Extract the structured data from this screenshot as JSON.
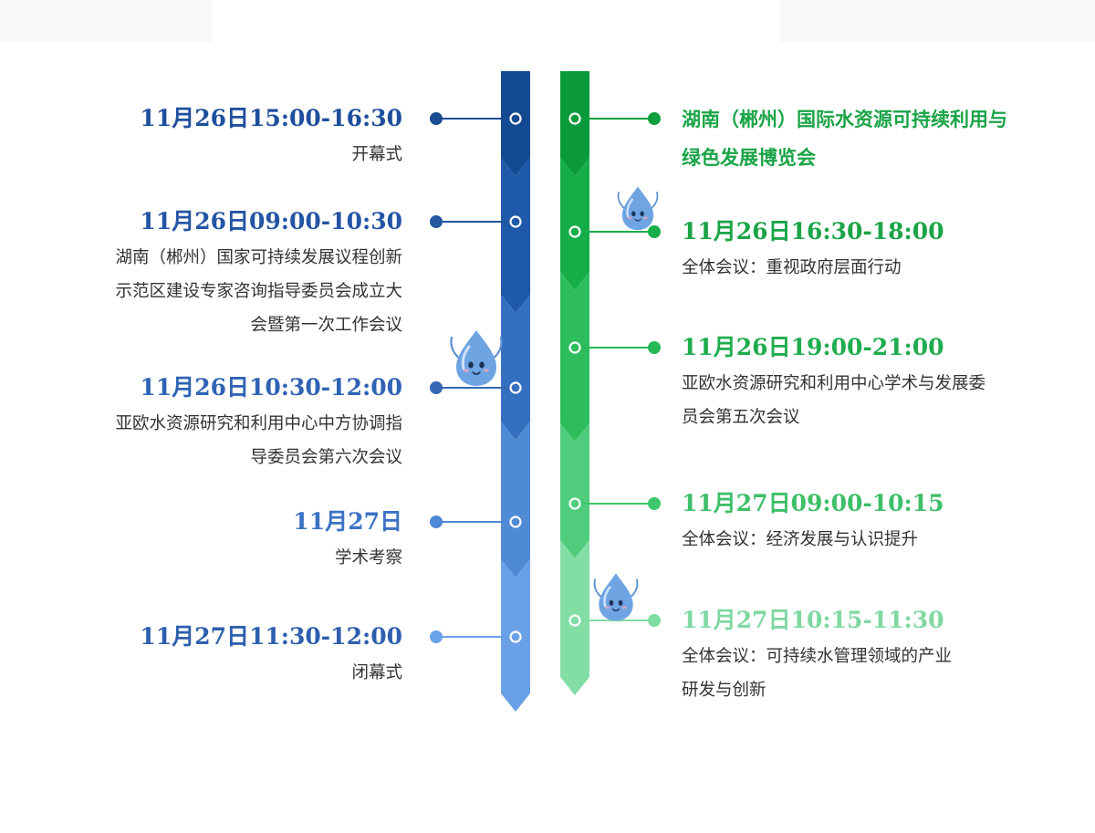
{
  "left_items": [
    {
      "time": "11月26日15:00-16:30",
      "lines": [
        "开幕式"
      ],
      "color": "#1e4f9c"
    },
    {
      "time": "11月26日09:00-10:30",
      "lines": [
        "湖南（郴州）国家可持续发展议程创新",
        "示范区建设专家咨询指导委员会成立大",
        "会暨第一次工作会议"
      ],
      "color": "#2455a4"
    },
    {
      "time": "11月26日10:30-12:00",
      "lines": [
        "亚欧水资源研究和利用中心中方协调指",
        "导委员会第六次会议"
      ],
      "color": "#2f63b4"
    },
    {
      "time": "11月27日",
      "lines": [
        "学术考察"
      ],
      "color": "#3b72c4"
    },
    {
      "time": "11月27日11:30-12:00",
      "lines": [
        "闭幕式"
      ],
      "color": "#2d5fae"
    }
  ],
  "right_title": [
    "湖南（郴州）国际水资源可持续利用与",
    "绿色发展博览会"
  ],
  "right_items": [
    {
      "time": "11月26日16:30-18:00",
      "lines": [
        "全体会议：重视政府层面行动"
      ],
      "color": "#1aa447"
    },
    {
      "time": "11月26日19:00-21:00",
      "lines": [
        "亚欧水资源研究和利用中心学术与发展委",
        "员会第五次会议"
      ],
      "color": "#1fac4e"
    },
    {
      "time": "11月27日09:00-10:15",
      "lines": [
        "全体会议：经济发展与认识提升"
      ],
      "color": "#3cbf68"
    },
    {
      "time": "11月27日10:15-11:30",
      "lines": [
        "全体会议：可持续水管理领域的产业",
        "研发与创新"
      ],
      "color": "#7fd8a2"
    }
  ],
  "colors": {
    "blue_segments": [
      "#144a92",
      "#1f59a9",
      "#3470bf",
      "#4f8ad5",
      "#6aa0e6"
    ],
    "green_segments": [
      "#0a9a3b",
      "#14ad48",
      "#2ebd5c",
      "#4fcd7c",
      "#82dea5"
    ],
    "blue_dots": [
      "#1a4c93",
      "#23579f",
      "#3466b4",
      "#4e88d5",
      "#6aa2e8"
    ],
    "green_dots": [
      "#0e9e3e",
      "#17ad49",
      "#25b957",
      "#3ec76c",
      "#7fdca3"
    ]
  },
  "icons": [
    "water-drop-mascot-icon",
    "water-drop-mascot-icon",
    "water-drop-mascot-icon"
  ]
}
